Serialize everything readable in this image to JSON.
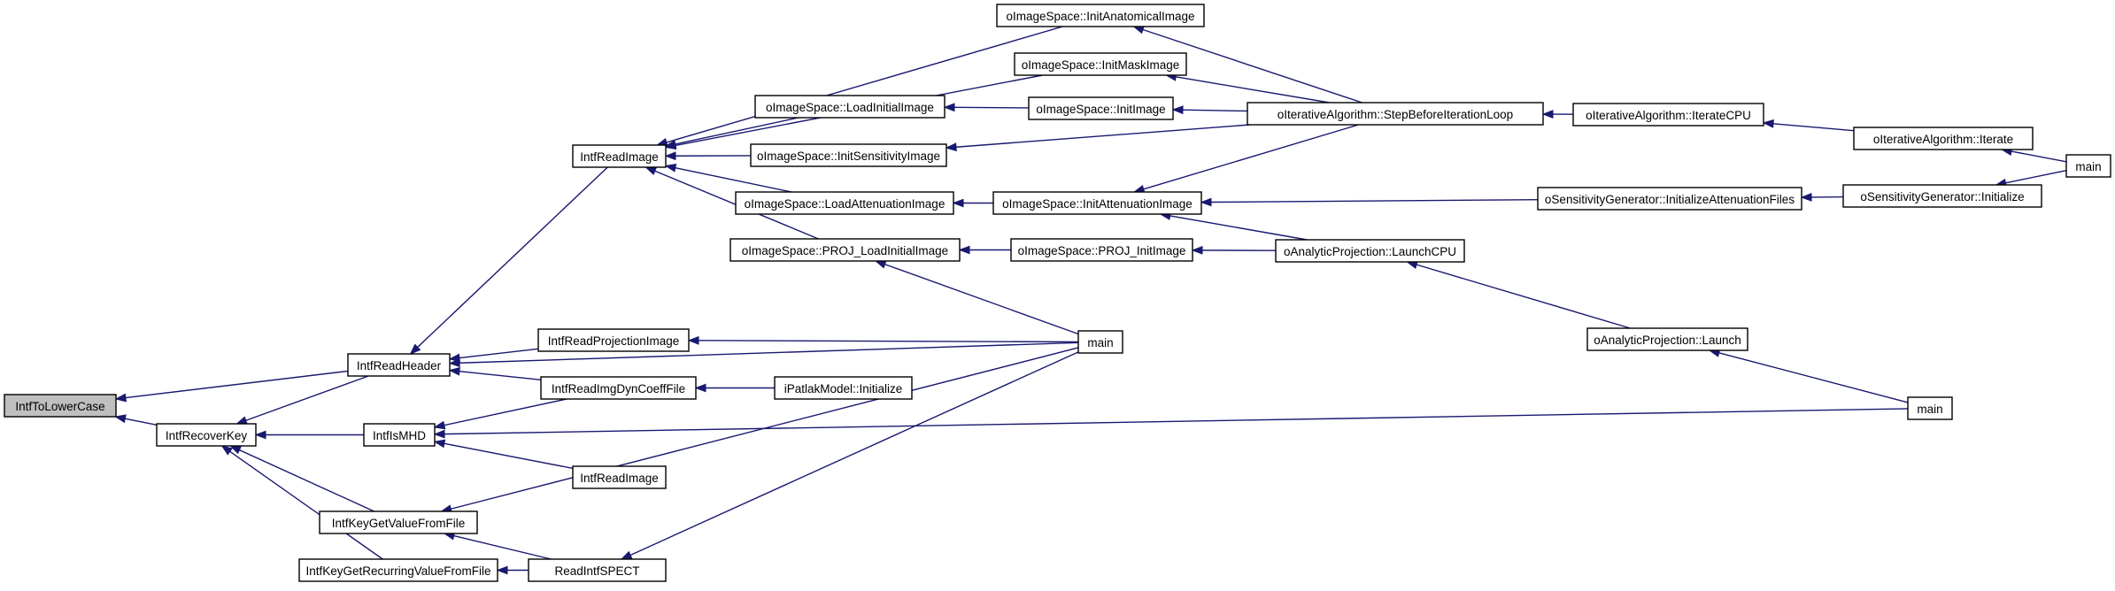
{
  "colors": {
    "edge": "#191970",
    "root_fill": "#bfbfbf",
    "node_fill": "#ffffff",
    "node_stroke": "#000000"
  },
  "nodes": [
    {
      "id": "tolower",
      "label": "IntfToLowerCase",
      "root": true
    },
    {
      "id": "recoverkey",
      "label": "IntfRecoverKey"
    },
    {
      "id": "readheader",
      "label": "IntfReadHeader"
    },
    {
      "id": "ismhd",
      "label": "IntfIsMHD"
    },
    {
      "id": "keyget",
      "label": "IntfKeyGetValueFromFile"
    },
    {
      "id": "keyrec",
      "label": "IntfKeyGetRecurringValueFromFile"
    },
    {
      "id": "readimage1",
      "label": "IntfReadImage"
    },
    {
      "id": "readproj",
      "label": "IntfReadProjectionImage"
    },
    {
      "id": "readimgdyn",
      "label": "IntfReadImgDynCoeffFile"
    },
    {
      "id": "readimage2",
      "label": "IntfReadImage"
    },
    {
      "id": "readspect",
      "label": "ReadIntfSPECT"
    },
    {
      "id": "initanat",
      "label": "oImageSpace::InitAnatomicalImage"
    },
    {
      "id": "initmask",
      "label": "oImageSpace::InitMaskImage"
    },
    {
      "id": "loadinit",
      "label": "oImageSpace::LoadInitialImage"
    },
    {
      "id": "initsens",
      "label": "oImageSpace::InitSensitivityImage"
    },
    {
      "id": "loadatt",
      "label": "oImageSpace::LoadAttenuationImage"
    },
    {
      "id": "projload",
      "label": "oImageSpace::PROJ_LoadInitialImage"
    },
    {
      "id": "initimage",
      "label": "oImageSpace::InitImage"
    },
    {
      "id": "initatt",
      "label": "oImageSpace::InitAttenuationImage"
    },
    {
      "id": "projinit",
      "label": "oImageSpace::PROJ_InitImage"
    },
    {
      "id": "main1",
      "label": "main"
    },
    {
      "id": "patlak",
      "label": "iPatlakModel::Initialize"
    },
    {
      "id": "stepbefore",
      "label": "oIterativeAlgorithm::StepBeforeIterationLoop"
    },
    {
      "id": "launchcpu",
      "label": "oAnalyticProjection::LaunchCPU"
    },
    {
      "id": "iteratecpu",
      "label": "oIterativeAlgorithm::IterateCPU"
    },
    {
      "id": "sensinitatt",
      "label": "oSensitivityGenerator::InitializeAttenuationFiles"
    },
    {
      "id": "launch",
      "label": "oAnalyticProjection::Launch"
    },
    {
      "id": "iterate",
      "label": "oIterativeAlgorithm::Iterate"
    },
    {
      "id": "sensinit",
      "label": "oSensitivityGenerator::Initialize"
    },
    {
      "id": "main2",
      "label": "main"
    },
    {
      "id": "main3",
      "label": "main"
    }
  ],
  "edges": [
    [
      "recoverkey",
      "tolower"
    ],
    [
      "readheader",
      "tolower"
    ],
    [
      "readheader",
      "recoverkey"
    ],
    [
      "ismhd",
      "recoverkey"
    ],
    [
      "keyget",
      "recoverkey"
    ],
    [
      "keyrec",
      "recoverkey"
    ],
    [
      "readimage1",
      "readheader"
    ],
    [
      "readproj",
      "readheader"
    ],
    [
      "readimgdyn",
      "readheader"
    ],
    [
      "main1",
      "readheader"
    ],
    [
      "readimgdyn",
      "ismhd"
    ],
    [
      "readimage2",
      "ismhd"
    ],
    [
      "main2",
      "ismhd"
    ],
    [
      "main1",
      "keyget"
    ],
    [
      "readspect",
      "keyget"
    ],
    [
      "readspect",
      "keyrec"
    ],
    [
      "main1",
      "readspect"
    ],
    [
      "main1",
      "readproj"
    ],
    [
      "patlak",
      "readimgdyn"
    ],
    [
      "initanat",
      "readimage1"
    ],
    [
      "initmask",
      "readimage1"
    ],
    [
      "loadinit",
      "readimage1"
    ],
    [
      "initsens",
      "readimage1"
    ],
    [
      "loadatt",
      "readimage1"
    ],
    [
      "projload",
      "readimage1"
    ],
    [
      "initimage",
      "loadinit"
    ],
    [
      "initatt",
      "loadatt"
    ],
    [
      "projinit",
      "projload"
    ],
    [
      "main1",
      "projload"
    ],
    [
      "stepbefore",
      "initanat"
    ],
    [
      "stepbefore",
      "initmask"
    ],
    [
      "stepbefore",
      "initimage"
    ],
    [
      "stepbefore",
      "initsens"
    ],
    [
      "stepbefore",
      "initatt"
    ],
    [
      "launchcpu",
      "initatt"
    ],
    [
      "sensinitatt",
      "initatt"
    ],
    [
      "launchcpu",
      "projinit"
    ],
    [
      "iteratecpu",
      "stepbefore"
    ],
    [
      "launch",
      "launchcpu"
    ],
    [
      "main2",
      "launch"
    ],
    [
      "iterate",
      "iteratecpu"
    ],
    [
      "sensinit",
      "sensinitatt"
    ],
    [
      "main3",
      "iterate"
    ],
    [
      "main3",
      "sensinit"
    ]
  ]
}
